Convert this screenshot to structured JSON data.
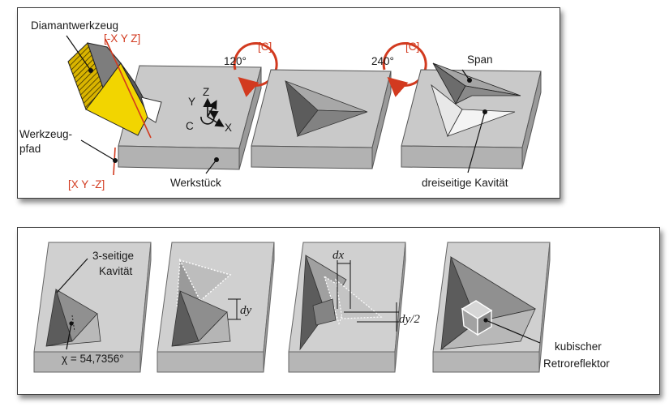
{
  "top_panel": {
    "tool_label": "Diamantwerkzeug",
    "tool_dir_1": "[-X Y Z]",
    "path_label_1": "Werkzeug-",
    "path_label_2": "pfad",
    "path_dir": "[X Y -Z]",
    "axis_y": "Y",
    "axis_z": "Z",
    "axis_x": "X",
    "axis_c": "C",
    "workpiece_label": "Werkstück",
    "rot1_angle": "120°",
    "rot1_axis": "[C]",
    "rot2_angle": "240°",
    "rot2_axis": "[C]",
    "chip_label": "Span",
    "cavity_label": "dreiseitige Kavität"
  },
  "bottom_panel": {
    "cavity_label_1": "3-seitige",
    "cavity_label_2": "Kavität",
    "angle_label": "χ = 54,7356°",
    "dy_label": "dy",
    "dx_label": "dx",
    "dy_half_label": "dy/2",
    "retro_label_1": "kubischer",
    "retro_label_2": "Retroreflektor"
  },
  "colors": {
    "tool_yellow": "#f2d500",
    "arrow_red": "#d23a1f",
    "block_top": "#c9c9c9",
    "block_side": "#b0b0b0"
  }
}
